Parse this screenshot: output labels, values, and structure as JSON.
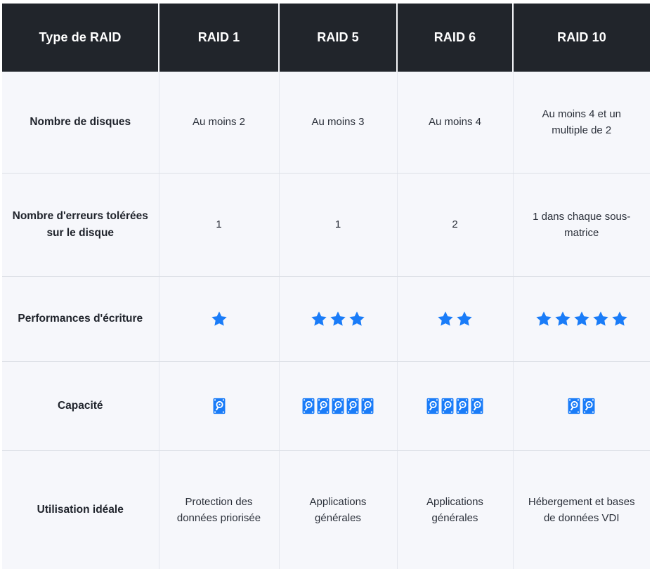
{
  "table": {
    "headers": [
      {
        "label": "Type de RAID",
        "name": "column-header-type"
      },
      {
        "label": "RAID 1",
        "name": "column-header-raid1"
      },
      {
        "label": "RAID 5",
        "name": "column-header-raid5"
      },
      {
        "label": "RAID 6",
        "name": "column-header-raid6"
      },
      {
        "label": "RAID 10",
        "name": "column-header-raid10"
      }
    ],
    "rows": [
      {
        "label": "Nombre de disques",
        "type": "text",
        "cells": [
          "Au moins 2",
          "Au moins 3",
          "Au moins 4",
          "Au moins 4 et un multiple de 2"
        ]
      },
      {
        "label": "Nombre d'erreurs tolérées sur le disque",
        "type": "text",
        "cells": [
          "1",
          "1",
          "2",
          "1 dans chaque sous-matrice"
        ]
      },
      {
        "label": "Performances d'écriture",
        "type": "stars",
        "cells": [
          1,
          3,
          2,
          5
        ]
      },
      {
        "label": "Capacité",
        "type": "disks",
        "cells": [
          1,
          5,
          4,
          2
        ]
      },
      {
        "label": "Utilisation idéale",
        "type": "text",
        "cells": [
          "Protection des données priorisée",
          "Applications générales",
          "Applications générales",
          "Hébergement et bases de données VDI"
        ]
      }
    ]
  },
  "colors": {
    "header_background": "#21252b",
    "header_text": "#ffffff",
    "body_background": "#f6f7fb",
    "body_text": "#2b303a",
    "accent_blue": "#1a7cf8",
    "grid_line": "#dcdfe6"
  },
  "icons": {
    "star": "star-icon",
    "disk": "hard-disk-icon"
  }
}
